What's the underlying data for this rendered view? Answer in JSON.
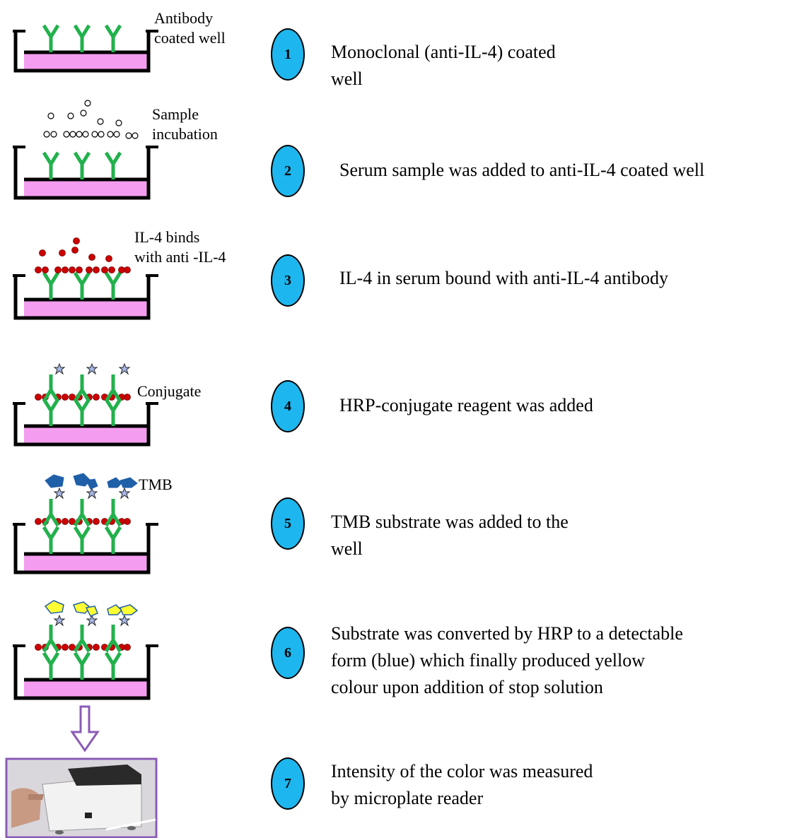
{
  "panels": [
    {
      "label": "Antibody\ncoated well"
    },
    {
      "label": "Sample\nincubation"
    },
    {
      "label": "IL-4 binds\nwith anti -IL-4"
    },
    {
      "label": "Conjugate"
    },
    {
      "label": "TMB"
    }
  ],
  "steps": [
    {
      "number": "1",
      "text": "Monoclonal (anti-IL-4) coated\nwell"
    },
    {
      "number": "2",
      "text": "Serum sample was added to anti-IL-4 coated well"
    },
    {
      "number": "3",
      "text": "IL-4 in serum bound with anti-IL-4 antibody"
    },
    {
      "number": "4",
      "text": "HRP-conjugate reagent was added"
    },
    {
      "number": "5",
      "text": "TMB substrate was added to the\nwell"
    },
    {
      "number": "6",
      "text": "Substrate was converted by HRP to a detectable\nform (blue) which finally produced yellow\ncolour upon addition of stop solution"
    },
    {
      "number": "7",
      "text": "Intensity of the color was measured\nby microplate reader"
    }
  ],
  "colors": {
    "step_circle": "#1eb6ee",
    "antibody": "#22b14c",
    "well_fill": "#f49df0",
    "antigen": "#cc0000",
    "tmb_blue": "#1f5fa8",
    "product_yellow": "#ffff33",
    "hrp_star": "#a8b8e8",
    "arrow": "#8a5bb5"
  }
}
